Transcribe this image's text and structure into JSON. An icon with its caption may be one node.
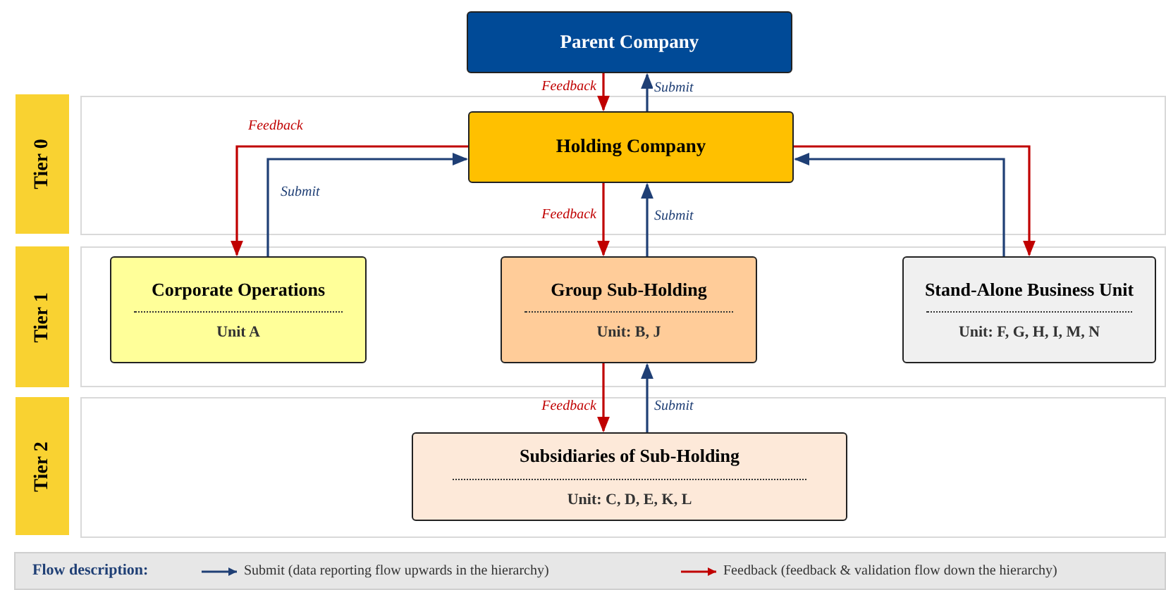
{
  "diagram": {
    "nodes": [
      {
        "text": [
          "Parent Company"
        ]
      },
      {
        "text": [
          "Tier 0"
        ]
      },
      {
        "text": [
          "Holding Company"
        ]
      },
      {
        "text": [
          "Tier 1"
        ]
      },
      {
        "text": [
          "Corporate Operations",
          "Unit A"
        ]
      },
      {
        "text": [
          "Group Sub-Holding",
          "Unit: B, J"
        ]
      },
      {
        "text": [
          "Stand-Alone Business Unit",
          "Unit: F, G, H, I, M, N"
        ]
      },
      {
        "text": [
          "Tier 2"
        ]
      },
      {
        "text": [
          "Subsidiaries of Sub-Holding",
          "Unit: C, D, E, K, L"
        ]
      }
    ],
    "edges": [
      {
        "from": 0,
        "to": 2,
        "arrow": "to",
        "label": "Feedback",
        "color": "#c00000"
      },
      {
        "from": 2,
        "to": 0,
        "arrow": "to",
        "label": "Submit",
        "color": "#1f3f75"
      },
      {
        "from": 2,
        "to": 4,
        "arrow": "to",
        "label": "Feedback",
        "color": "#c00000"
      },
      {
        "from": 4,
        "to": 2,
        "arrow": "to",
        "label": "Submit",
        "color": "#1f3f75"
      },
      {
        "from": 2,
        "to": 5,
        "arrow": "to",
        "label": "Feedback",
        "color": "#c00000"
      },
      {
        "from": 5,
        "to": 2,
        "arrow": "to",
        "label": "Submit",
        "color": "#1f3f75"
      },
      {
        "from": 2,
        "to": 6,
        "arrow": "to",
        "color": "#c00000"
      },
      {
        "from": 6,
        "to": 2,
        "arrow": "to",
        "color": "#1f3f75"
      },
      {
        "from": 5,
        "to": 8,
        "arrow": "to",
        "label": "Feedback",
        "color": "#c00000"
      },
      {
        "from": 8,
        "to": 5,
        "arrow": "to",
        "label": "Submit",
        "color": "#1f3f75"
      }
    ],
    "labels": [
      "Flow description:"
    ],
    "legend": [
      {
        "text": "Submit (data reporting flow upwards in the hierarchy)"
      },
      {
        "text": "Feedback (feedback & validation flow down the hierarchy)"
      }
    ]
  }
}
